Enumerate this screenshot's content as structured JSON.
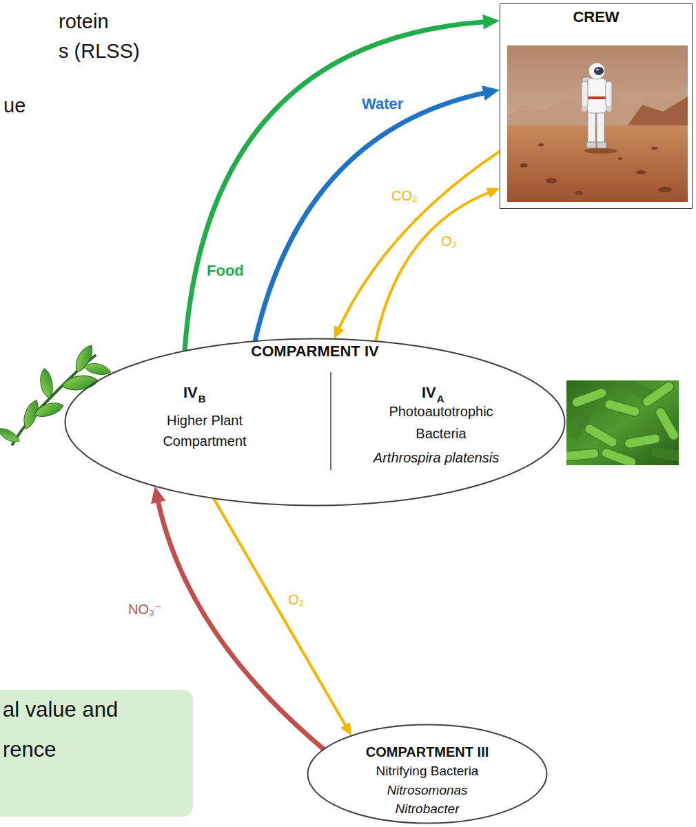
{
  "diagram": {
    "nodes": [
      {
        "text": [
          "CREW"
        ]
      },
      {
        "text": [
          "COMPARMENT IV",
          "IV",
          "B",
          "Higher Plant Compartment",
          "IV",
          "A",
          "Photoautotrophic Bacteria",
          "Arthrospira platensis"
        ]
      },
      {
        "text": [
          "al value and rence"
        ]
      },
      {
        "text": [
          "COMPARTMENT III",
          "Nitrifying Bacteria",
          "Nitrosomonas",
          "Nitrobacter"
        ]
      }
    ],
    "edges": [
      {
        "from": 1,
        "to": 0,
        "arrow": "to",
        "label": "Food"
      },
      {
        "from": 1,
        "to": 0,
        "arrow": "to",
        "label": "Water"
      },
      {
        "from": 0,
        "to": 1,
        "arrow": "to",
        "label": "CO₂"
      },
      {
        "from": 1,
        "to": 0,
        "arrow": "to",
        "label": "O₂"
      },
      {
        "from": 3,
        "to": 1,
        "arrow": "to",
        "label": "NO₃⁻"
      },
      {
        "from": 1,
        "to": 3,
        "arrow": "to",
        "label": "O₂"
      }
    ],
    "labels": [
      "rotein",
      "s (RLSS)",
      "ue"
    ]
  }
}
